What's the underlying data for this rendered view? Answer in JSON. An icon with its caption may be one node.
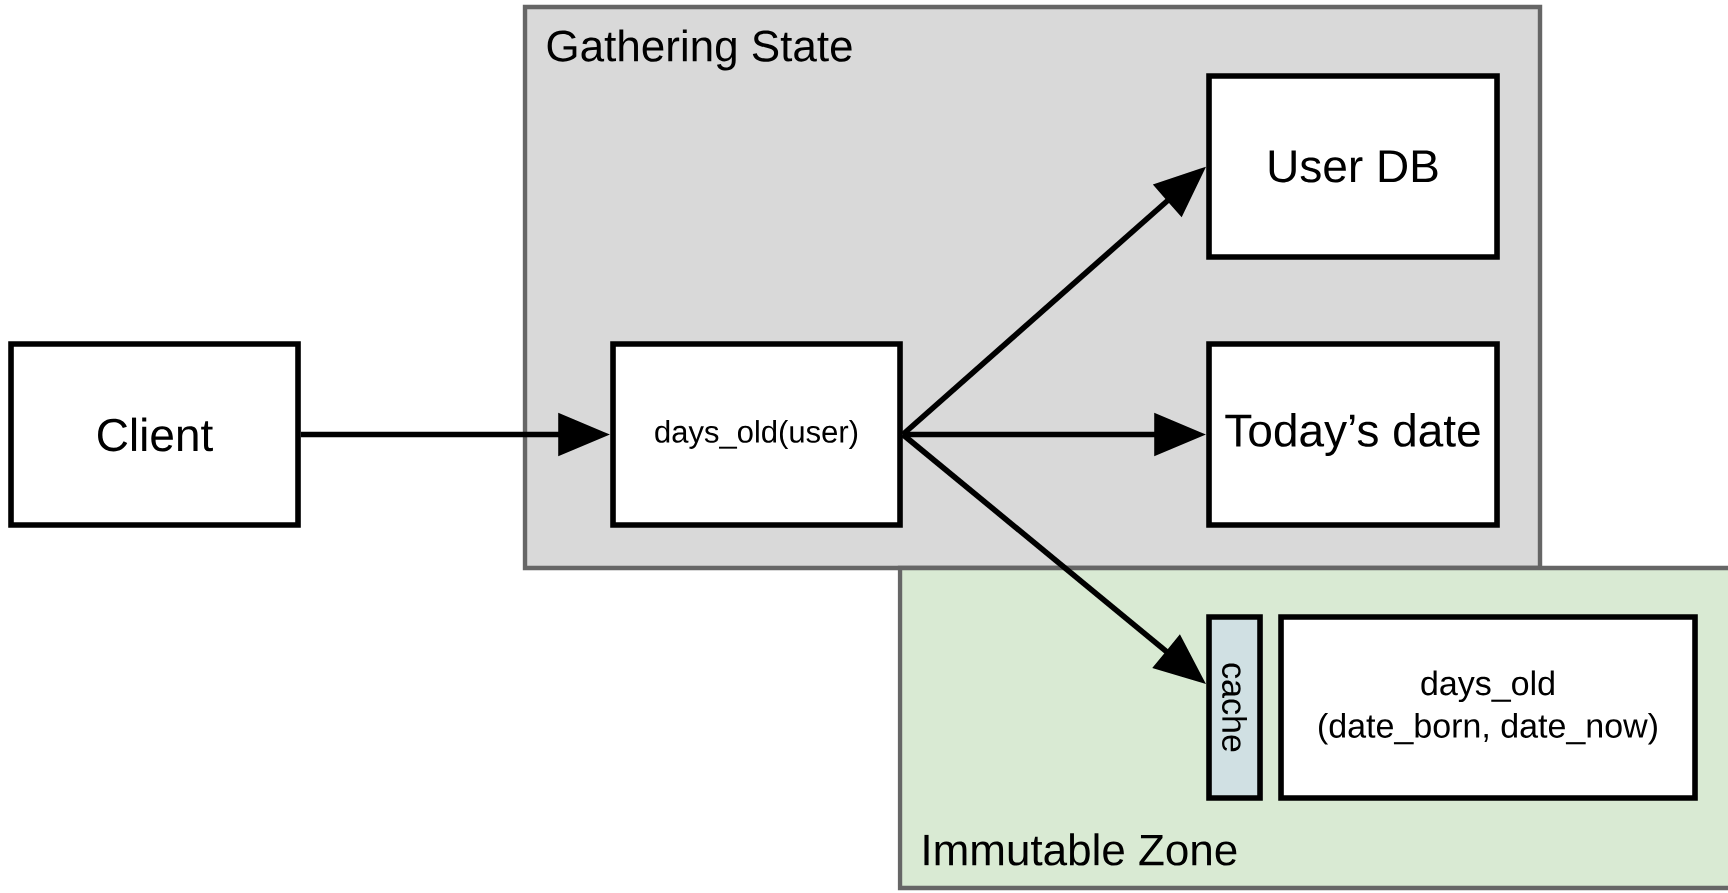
{
  "diagram": {
    "nodes": [
      {
        "text": [
          "Client"
        ]
      },
      {
        "text": [
          "Gathering State"
        ]
      },
      {
        "text": [
          "days_old(user)"
        ],
        "in": 1
      },
      {
        "text": [
          "User DB"
        ],
        "in": 1
      },
      {
        "text": [
          "Today’s date"
        ],
        "in": 1
      },
      {
        "text": [
          "Immutable Zone"
        ]
      },
      {
        "text": [
          "cache"
        ],
        "in": 5
      },
      {
        "text": [
          "days_old (date_born, date_now)"
        ],
        "in": 5
      }
    ],
    "edges": [
      {
        "from": 0,
        "to": 2,
        "arrow": "to"
      },
      {
        "from": 2,
        "to": 3,
        "arrow": "to"
      },
      {
        "from": 2,
        "to": 4,
        "arrow": "to"
      },
      {
        "from": 2,
        "to": 6,
        "arrow": "to"
      }
    ]
  }
}
